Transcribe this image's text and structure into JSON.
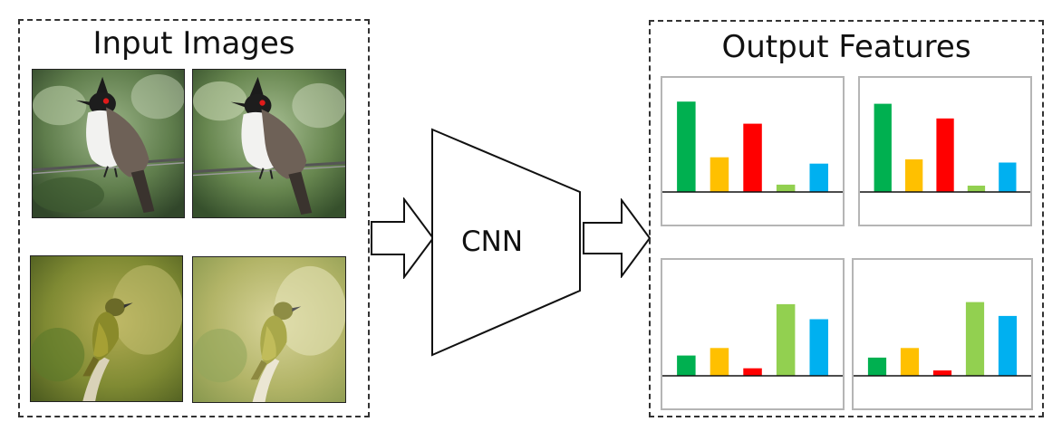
{
  "input_section": {
    "title": "Input Images"
  },
  "cnn": {
    "label": "CNN"
  },
  "output_section": {
    "title": "Output Features"
  },
  "colors": {
    "green": "#00b050",
    "yellow": "#ffc000",
    "red": "#ff0000",
    "light_green": "#92d050",
    "blue": "#00b0f0"
  },
  "photos": [
    {
      "subject": "red-whiskered-bulbul",
      "variant": "original"
    },
    {
      "subject": "red-whiskered-bulbul",
      "variant": "augmented"
    },
    {
      "subject": "olive-bird-on-branch",
      "variant": "original"
    },
    {
      "subject": "olive-bird-on-branch",
      "variant": "augmented-light"
    }
  ],
  "chart_data": [
    {
      "type": "bar",
      "values": [
        86,
        33,
        65,
        7,
        27
      ]
    },
    {
      "type": "bar",
      "values": [
        84,
        31,
        70,
        6,
        28
      ]
    },
    {
      "type": "bar",
      "values": [
        19,
        26,
        7,
        67,
        53
      ]
    },
    {
      "type": "bar",
      "values": [
        17,
        26,
        5,
        69,
        56
      ]
    }
  ]
}
